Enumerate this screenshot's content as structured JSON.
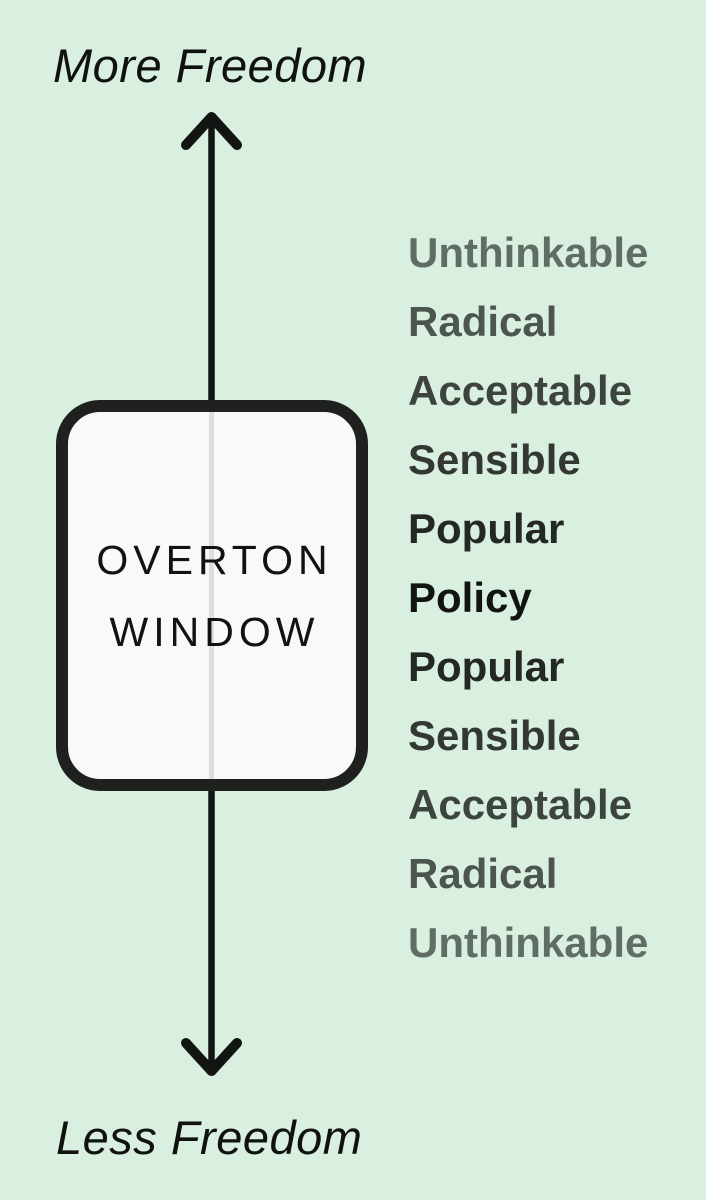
{
  "diagram": {
    "name": "Overton Window diagram",
    "axis": {
      "top_label": "More Freedom",
      "bottom_label": "Less Freedom"
    },
    "window_box": {
      "line1": "OVERTON",
      "line2": "WINDOW"
    },
    "ladder": {
      "items": [
        {
          "label": "Unthinkable",
          "color": "#606d64"
        },
        {
          "label": "Radical",
          "color": "#4d564e"
        },
        {
          "label": "Acceptable",
          "color": "#3d443e"
        },
        {
          "label": "Sensible",
          "color": "#333932"
        },
        {
          "label": "Popular",
          "color": "#242822"
        },
        {
          "label": "Policy",
          "color": "#121412"
        },
        {
          "label": "Popular",
          "color": "#242822"
        },
        {
          "label": "Sensible",
          "color": "#333932"
        },
        {
          "label": "Acceptable",
          "color": "#3d443e"
        },
        {
          "label": "Radical",
          "color": "#4d564e"
        },
        {
          "label": "Unthinkable",
          "color": "#606d64"
        }
      ]
    },
    "colors": {
      "background": "#d9efe0",
      "arrow": "#131513",
      "box_border": "#1e211e",
      "box_fill": "#f9f9f7",
      "box_text": "#121212",
      "axis_text": "#0f120f",
      "box_shaft_ghost": "#dedede"
    }
  }
}
